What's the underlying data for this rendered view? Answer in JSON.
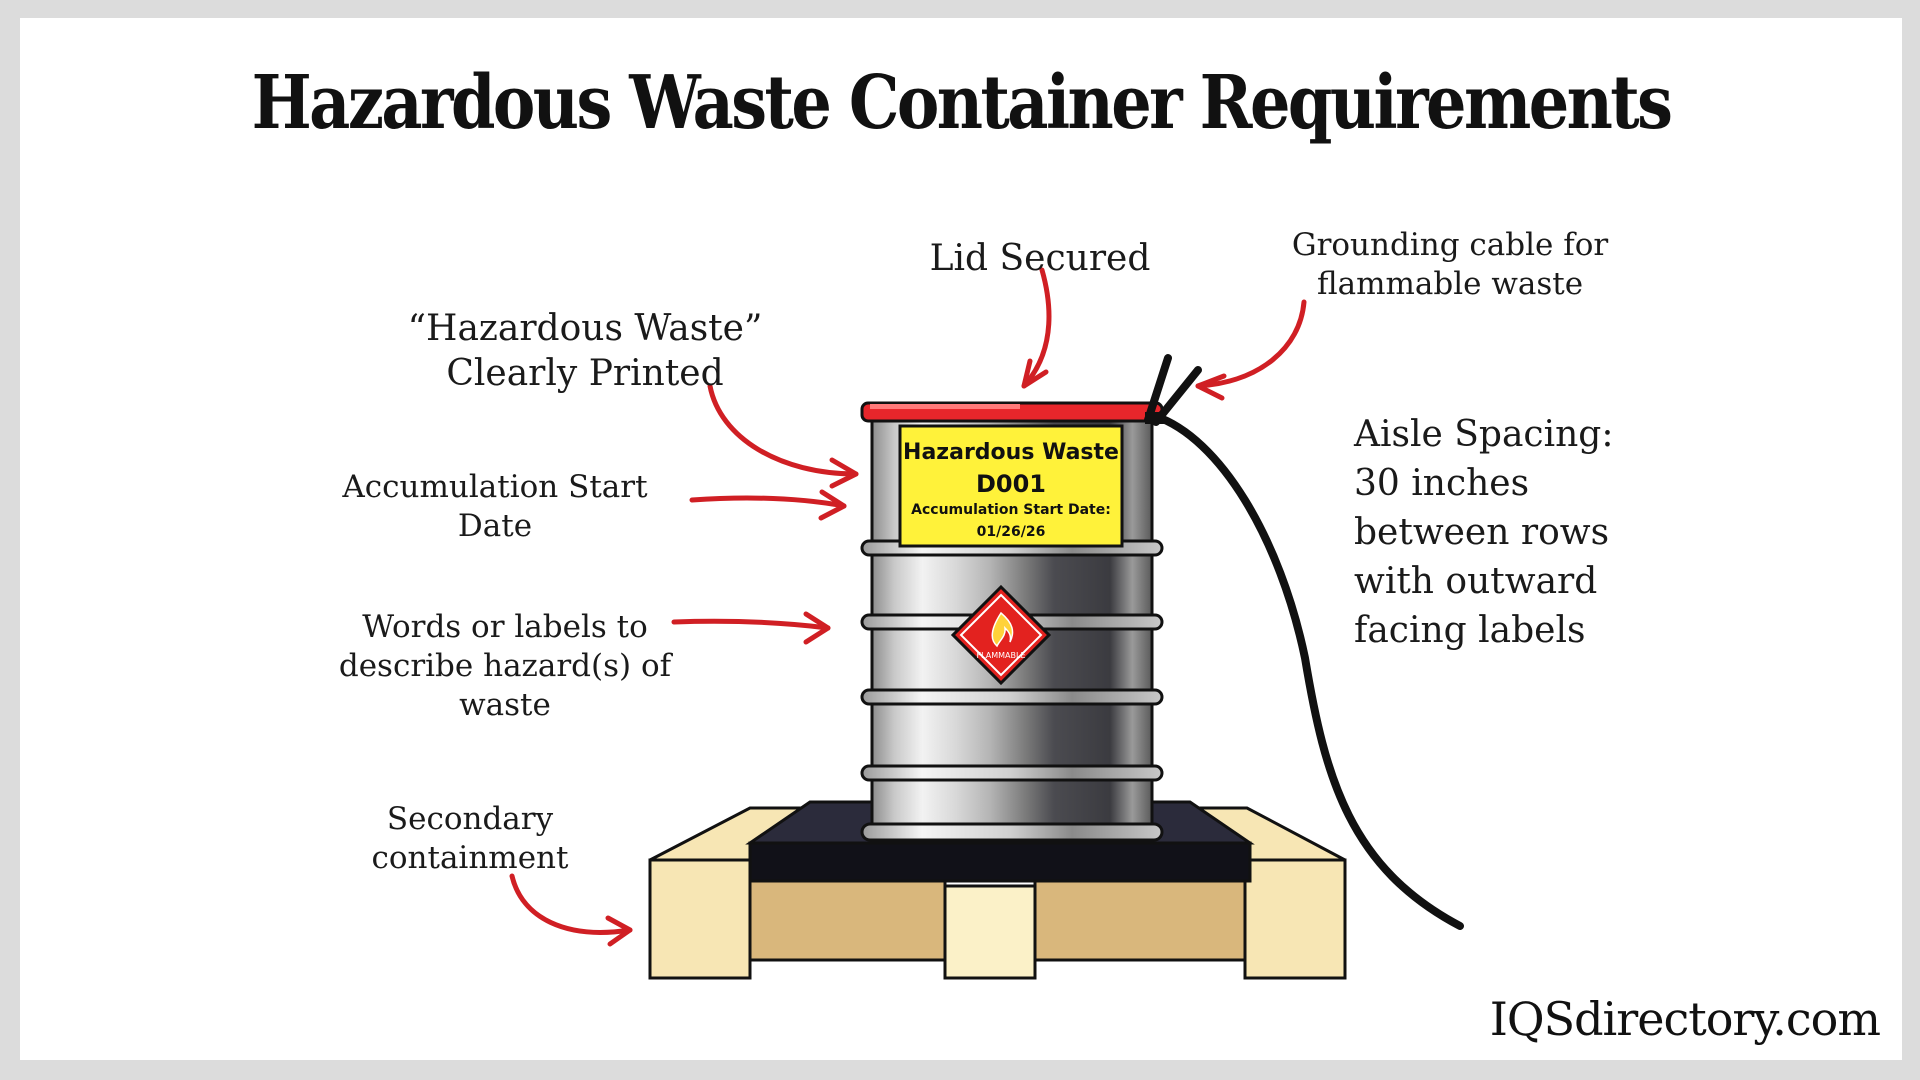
{
  "title": "Hazardous Waste Container Requirements",
  "callouts": {
    "lid": [
      "Lid Secured"
    ],
    "grounding": [
      "Grounding cable for",
      "flammable waste"
    ],
    "hazardous_waste_printed": [
      "“Hazardous Waste”",
      "Clearly Printed"
    ],
    "accumulation_date": [
      "Accumulation Start",
      "Date"
    ],
    "hazard_words": [
      "Words or labels to",
      "describe hazard(s) of",
      "waste"
    ],
    "secondary": [
      "Secondary",
      "containment"
    ],
    "aisle": [
      "Aisle Spacing:",
      "30 inches",
      "between rows",
      "with outward",
      "facing labels"
    ]
  },
  "drum_label": {
    "line1": "Hazardous Waste",
    "line2": "D001",
    "line3": "Accumulation Start Date:",
    "line4": "01/26/26"
  },
  "hazard_diamond": {
    "text": "FLAMMABLE"
  },
  "watermark": "IQSdirectory.com",
  "colors": {
    "arrow": "#d01f24",
    "lid": "#e8262b",
    "label_yellow": "#fff23a",
    "diamond_red": "#e3221f",
    "pallet": "#f7e6b4",
    "pallet_shade": "#d9b77c",
    "containment": "#1d1d2b"
  }
}
